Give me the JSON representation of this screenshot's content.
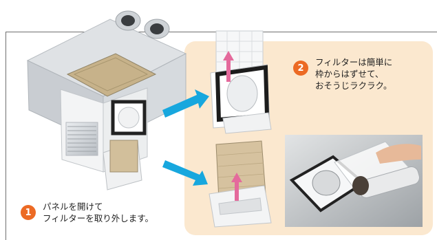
{
  "steps": [
    {
      "number": "1",
      "lines": [
        "パネルを開けて",
        "フィルターを取り外します。"
      ]
    },
    {
      "number": "2",
      "lines": [
        "フィルターは簡単に",
        "枠からはずせて、",
        "おそうじラクラク。"
      ]
    }
  ],
  "colors": {
    "badge": "#ec6a24",
    "panel_background": "#fbe8cf",
    "arrow_blue": "#17a7de",
    "arrow_pink": "#e46a9c"
  }
}
